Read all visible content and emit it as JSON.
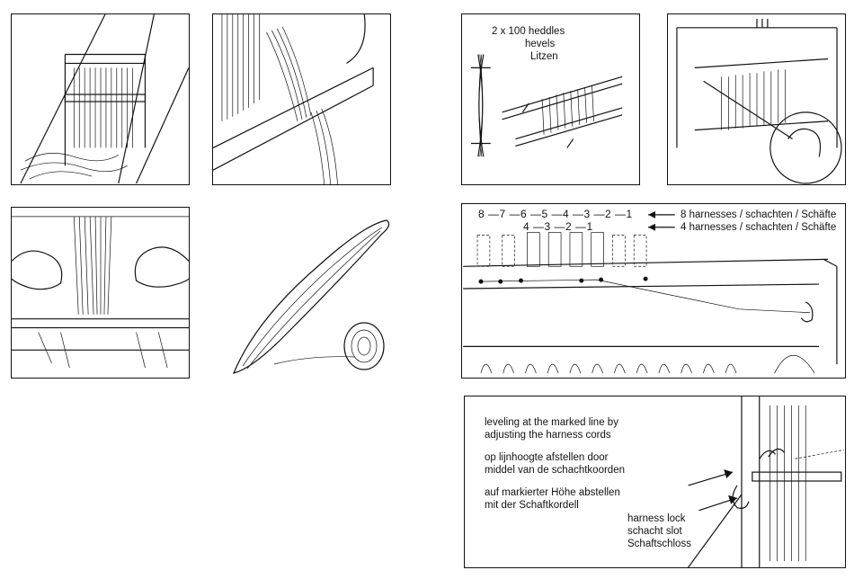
{
  "heddles": {
    "line1": "2 x 100 heddles",
    "line2": "hevels",
    "line3": "Litzen"
  },
  "harnesses": {
    "top_numbers": "8 —7 —6 —5 —4 —3 —2 —1",
    "bottom_numbers": "4 —3 —2 —1",
    "label_8": "8 harnesses / schachten / Schäfte",
    "label_4": "4 harnesses / schachten / Schäfte"
  },
  "leveling": {
    "en_line1": "leveling at the marked line by",
    "en_line2": "adjusting the harness cords",
    "nl_line1": "op lijnhoogte afstellen door",
    "nl_line2": "middel van de schachtkoorden",
    "de_line1": "auf markierter Höhe abstellen",
    "de_line2": "mit der Schaftkordell",
    "lock_line1": "harness lock",
    "lock_line2": "schacht slot",
    "lock_line3": "Schaftschloss"
  }
}
